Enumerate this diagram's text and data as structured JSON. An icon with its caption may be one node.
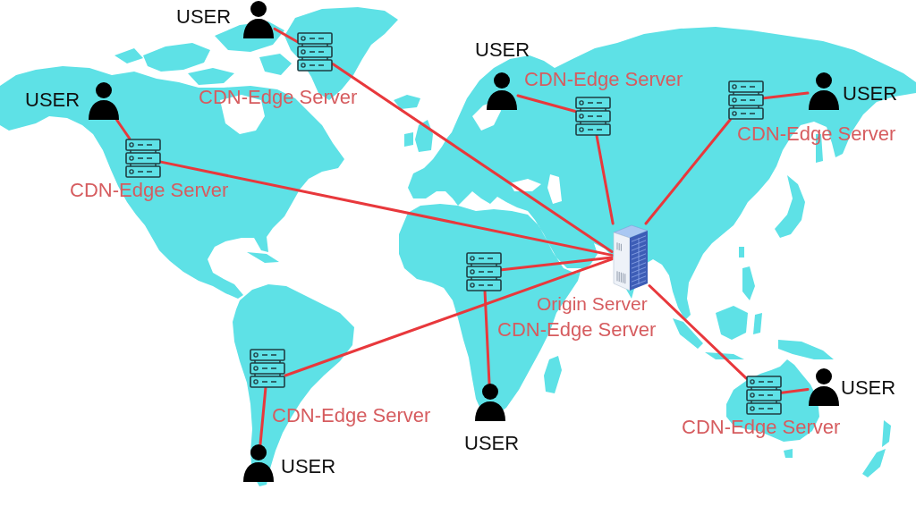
{
  "diagram": {
    "nodes": [
      {
        "text": [],
        "shape": "person",
        "beside": [
          "USER"
        ]
      },
      {
        "text": [],
        "shape": "picture",
        "beside": [
          "CDN-Edge Server"
        ]
      },
      {
        "text": [],
        "shape": "person",
        "beside": [
          "USER"
        ]
      },
      {
        "text": [],
        "shape": "person",
        "beside": [
          "USER"
        ]
      },
      {
        "text": [],
        "shape": "picture",
        "beside": [
          "CDN-Edge Server"
        ]
      },
      {
        "text": [],
        "shape": "picture",
        "beside": [
          "CDN-Edge Server"
        ]
      },
      {
        "text": [],
        "shape": "person",
        "beside": [
          "USER"
        ]
      },
      {
        "text": [],
        "shape": "picture",
        "beside": [
          "CDN-Edge Server"
        ]
      },
      {
        "text": [],
        "shape": "picture",
        "beside": [
          "Origin Server"
        ]
      },
      {
        "text": [],
        "shape": "picture",
        "beside": [
          "CDN-Edge Server"
        ]
      },
      {
        "text": [],
        "shape": "picture",
        "beside": [
          "CDN-Edge Server"
        ]
      },
      {
        "text": [],
        "shape": "picture",
        "beside": [
          "CDN-Edge Server"
        ]
      },
      {
        "text": [],
        "shape": "person",
        "beside": [
          "USER"
        ]
      },
      {
        "text": [],
        "shape": "person",
        "beside": [
          "USER"
        ]
      },
      {
        "text": [],
        "shape": "person",
        "beside": [
          "USER"
        ]
      }
    ],
    "edges": [
      {
        "from": 8,
        "to": 1,
        "arrow": "none"
      },
      {
        "from": 1,
        "to": 0,
        "arrow": "none"
      },
      {
        "from": 8,
        "to": 7,
        "arrow": "none"
      },
      {
        "from": 7,
        "to": 2,
        "arrow": "none"
      },
      {
        "from": 8,
        "to": 4,
        "arrow": "none"
      },
      {
        "from": 4,
        "to": 3,
        "arrow": "none"
      },
      {
        "from": 8,
        "to": 5,
        "arrow": "none"
      },
      {
        "from": 5,
        "to": 6,
        "arrow": "none"
      },
      {
        "from": 8,
        "to": 9,
        "arrow": "none"
      },
      {
        "from": 9,
        "to": 13,
        "arrow": "none"
      },
      {
        "from": 8,
        "to": 10,
        "arrow": "none"
      },
      {
        "from": 10,
        "to": 14,
        "arrow": "none"
      },
      {
        "from": 8,
        "to": 11,
        "arrow": "none"
      },
      {
        "from": 11,
        "to": 12,
        "arrow": "none"
      }
    ]
  }
}
